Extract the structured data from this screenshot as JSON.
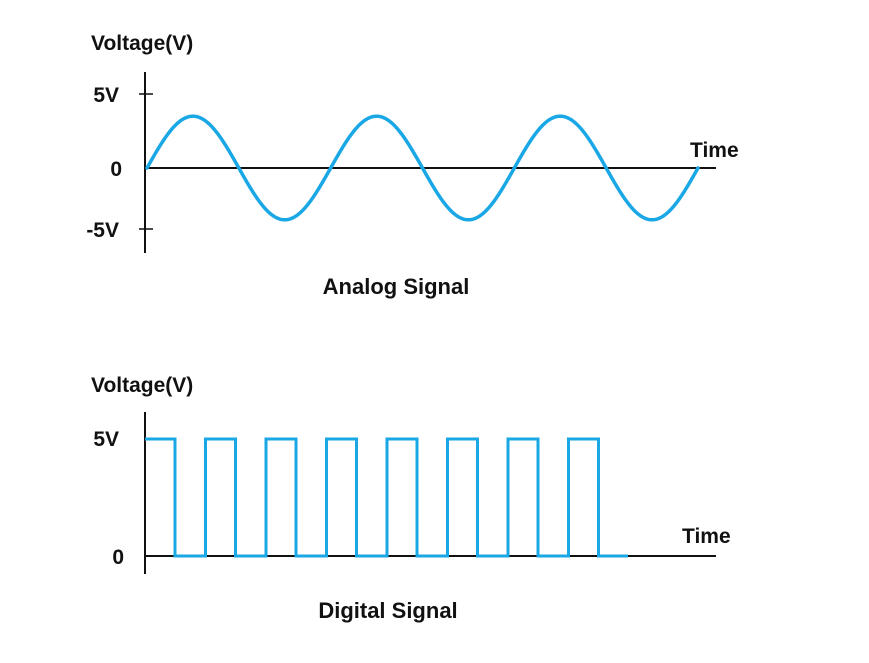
{
  "analog": {
    "y_axis_label": "Voltage(V)",
    "x_axis_label": "Time",
    "caption": "Analog Signal",
    "ticks": [
      "5V",
      "0",
      "-5V"
    ],
    "cycles": 3,
    "amplitude_volts": 3.5,
    "wave_color": "#1aa7e6"
  },
  "digital": {
    "y_axis_label": "Voltage(V)",
    "x_axis_label": "Time",
    "caption": "Digital Signal",
    "ticks": [
      "5V",
      "0"
    ],
    "pulses": 8,
    "high_value": "5V",
    "low_value": "0",
    "wave_color": "#1aa7e6"
  },
  "axis_color": "#111111"
}
